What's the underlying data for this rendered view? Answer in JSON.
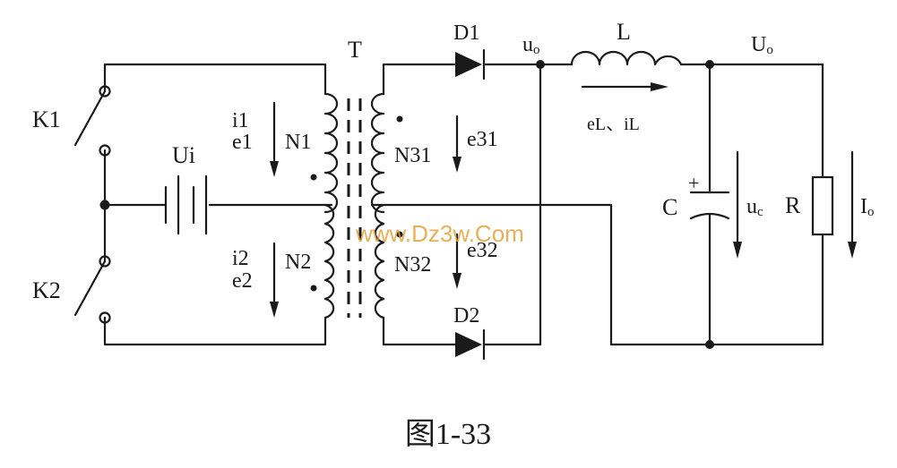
{
  "labels": {
    "K1": "K1",
    "K2": "K2",
    "Ui": "Ui",
    "T": "T",
    "D1": "D1",
    "D2": "D2",
    "L": "L",
    "uo": "u",
    "uo_sub": "o",
    "Uo": "U",
    "Uo_sub": "o",
    "i1": "i1",
    "e1": "e1",
    "N1": "N1",
    "i2": "i2",
    "e2": "e2",
    "N2": "N2",
    "N31": "N31",
    "e31": "e31",
    "N32": "N32",
    "e32": "e32",
    "eL_iL": "eL、iL",
    "C": "C",
    "plus": "+",
    "uc": "u",
    "uc_sub": "c",
    "R": "R",
    "Io": "I",
    "Io_sub": "o"
  },
  "watermark": "www.Dz3w.Com",
  "caption": "图1-33",
  "colors": {
    "line": "#1a1a1a",
    "watermark": "#e8a23a"
  }
}
